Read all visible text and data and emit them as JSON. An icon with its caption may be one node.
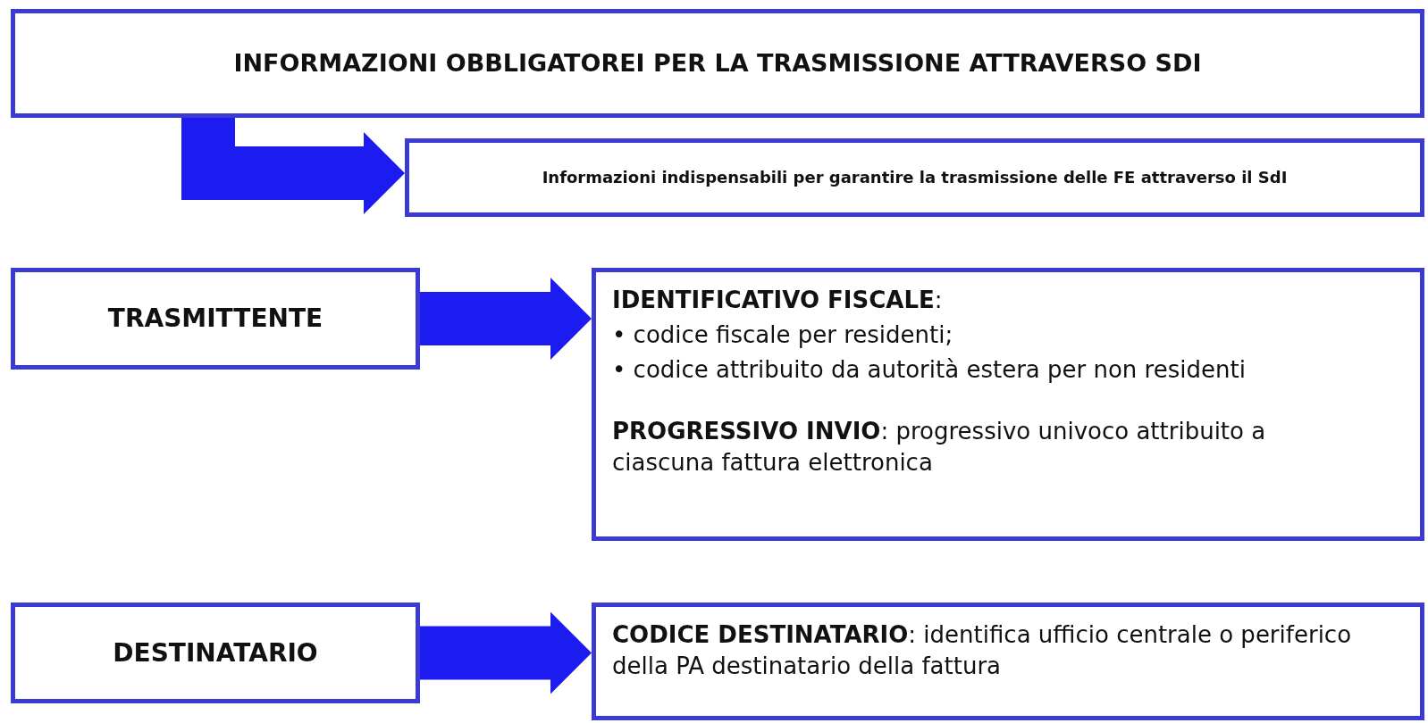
{
  "diagram": {
    "nodes": [
      {
        "text": [
          "INFORMAZIONI OBBLIGATOREI PER LA TRASMISSIONE ATTRAVERSO SDI"
        ]
      },
      {
        "text": [
          "Informazioni indispensabili per garantire la trasmissione delle FE attraverso il SdI"
        ]
      },
      {
        "text": [
          "TRASMITTENTE"
        ]
      },
      {
        "text": [
          "**IDENTIFICATIVO FISCALE**:",
          "• codice fiscale per residenti;",
          "• codice attribuito da autorità estera per non residenti",
          "**PROGRESSIVO INVIO**: progressivo univoco attribuito a ciascuna fattura elettronica"
        ]
      },
      {
        "text": [
          "DESTINATARIO"
        ]
      },
      {
        "text": [
          "**CODICE DESTINATARIO**: identifica ufficio centrale o periferico della PA destinatario della fattura"
        ]
      }
    ],
    "edges": [
      {
        "from": 0,
        "to": 1,
        "arrow": "to"
      },
      {
        "from": 2,
        "to": 3,
        "arrow": "to"
      },
      {
        "from": 4,
        "to": 5,
        "arrow": "to"
      }
    ]
  }
}
